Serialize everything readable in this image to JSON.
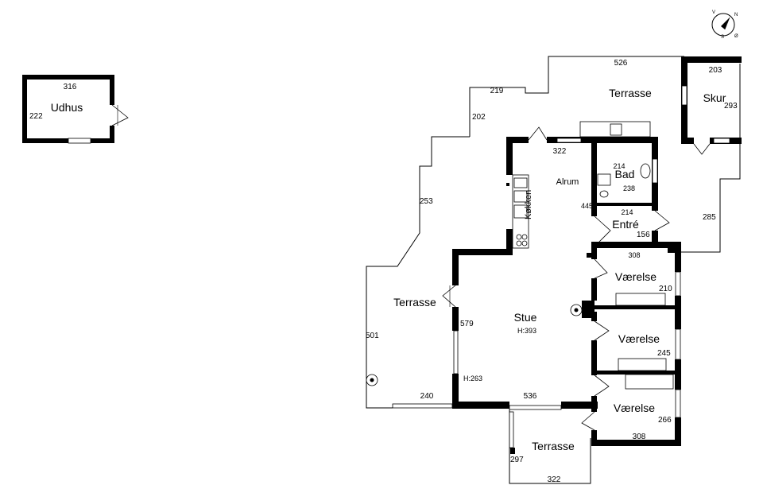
{
  "rooms": {
    "udhus": "Udhus",
    "skur": "Skur",
    "terrasse_top": "Terrasse",
    "terrasse_left": "Terrasse",
    "terrasse_bottom": "Terrasse",
    "bad": "Bad",
    "alrum": "Alrum",
    "kokken": "Køkken",
    "entre": "Entré",
    "stue": "Stue",
    "vaerelse1": "Værelse",
    "vaerelse2": "Værelse",
    "vaerelse3": "Værelse"
  },
  "dims": {
    "udhus_w": "316",
    "udhus_h": "222",
    "terrasse_top_w": "526",
    "skur_w": "203",
    "skur_h": "293",
    "t_219": "219",
    "t_202": "202",
    "t_253": "253",
    "t_501": "501",
    "t_240": "240",
    "alrum_322": "322",
    "bad_214": "214",
    "bad_238": "238",
    "alrum_445": "445",
    "entre_214": "214",
    "entre_156": "156",
    "t_285": "285",
    "v1_308": "308",
    "v1_210": "210",
    "stue_579": "579",
    "stue_h393": "H:393",
    "stue_h263": "H:263",
    "stue_536": "536",
    "v2_245": "245",
    "v3_266": "266",
    "v3_308": "308",
    "tb_297": "297",
    "tb_322": "322"
  },
  "compass": {
    "n": "N",
    "s": "S",
    "v": "V",
    "o": "Ø"
  }
}
